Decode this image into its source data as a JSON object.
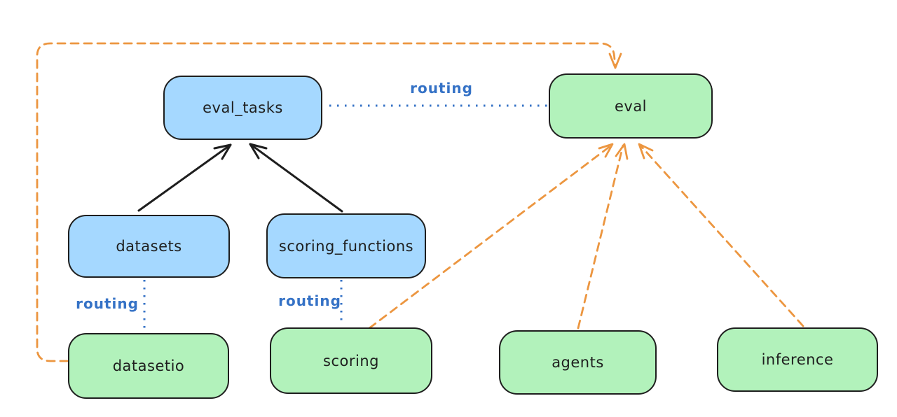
{
  "diagram": {
    "nodes": {
      "eval_tasks": {
        "label": "eval_tasks",
        "fill": "blue"
      },
      "eval": {
        "label": "eval",
        "fill": "green"
      },
      "datasets": {
        "label": "datasets",
        "fill": "blue"
      },
      "scoring_functions": {
        "label": "scoring_functions",
        "fill": "blue"
      },
      "datasetio": {
        "label": "datasetio",
        "fill": "green"
      },
      "scoring": {
        "label": "scoring",
        "fill": "green"
      },
      "agents": {
        "label": "agents",
        "fill": "green"
      },
      "inference": {
        "label": "inference",
        "fill": "green"
      }
    },
    "edge_labels": {
      "eval_tasks_eval": "routing",
      "datasets_datasetio": "routing",
      "scoring_functions_scoring": "routing"
    },
    "edges": [
      {
        "from": "datasets",
        "to": "eval_tasks",
        "style": "solid",
        "color": "black",
        "arrow": true
      },
      {
        "from": "scoring_functions",
        "to": "eval_tasks",
        "style": "solid",
        "color": "black",
        "arrow": true
      },
      {
        "from": "eval_tasks",
        "to": "eval",
        "style": "dotted",
        "color": "blue",
        "arrow": false,
        "label": "routing"
      },
      {
        "from": "datasets",
        "to": "datasetio",
        "style": "dotted",
        "color": "blue",
        "arrow": false,
        "label": "routing"
      },
      {
        "from": "scoring_functions",
        "to": "scoring",
        "style": "dotted",
        "color": "blue",
        "arrow": false,
        "label": "routing"
      },
      {
        "from": "datasetio",
        "to": "eval",
        "style": "dashed",
        "color": "orange",
        "arrow": true
      },
      {
        "from": "scoring",
        "to": "eval",
        "style": "dashed",
        "color": "orange",
        "arrow": true
      },
      {
        "from": "agents",
        "to": "eval",
        "style": "dashed",
        "color": "orange",
        "arrow": true
      },
      {
        "from": "inference",
        "to": "eval",
        "style": "dashed",
        "color": "orange",
        "arrow": true
      }
    ],
    "colors": {
      "blue_fill": "#a5d8ff",
      "green_fill": "#b2f2bb",
      "node_stroke": "#1e1e1e",
      "arrow_black": "#1e1e1e",
      "arrow_orange": "#ec9640",
      "routing_blue": "#3572c6",
      "canvas_bg": "#ffffff"
    }
  }
}
